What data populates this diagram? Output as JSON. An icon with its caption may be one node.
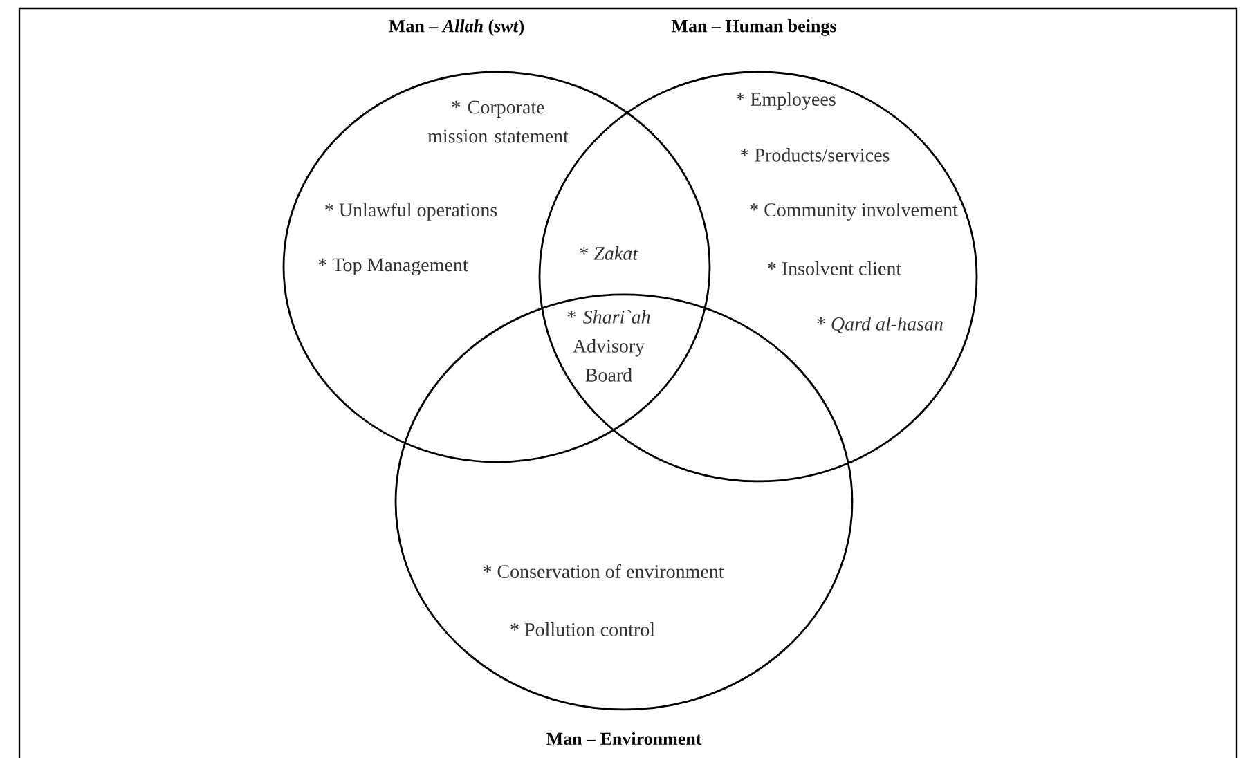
{
  "diagram": {
    "nodes": [
      {
        "text": [
          "**Man – *Allah* (*swt*)**",
          "* Corporate mission statement",
          "* Unlawful operations",
          "* Top  Management"
        ]
      },
      {
        "text": [
          "**Man – Human beings**",
          "* Employees",
          "* Products/services",
          "* Community involvement",
          "* Insolvent client",
          "* *Qard al-hasan*"
        ]
      },
      {
        "text": [
          "* Conservation of environment",
          "* Pollution control",
          "**Man – Environment**"
        ]
      }
    ],
    "labels": [
      "* *Zakat*",
      "* *Shari`ah* Advisory Board"
    ]
  }
}
